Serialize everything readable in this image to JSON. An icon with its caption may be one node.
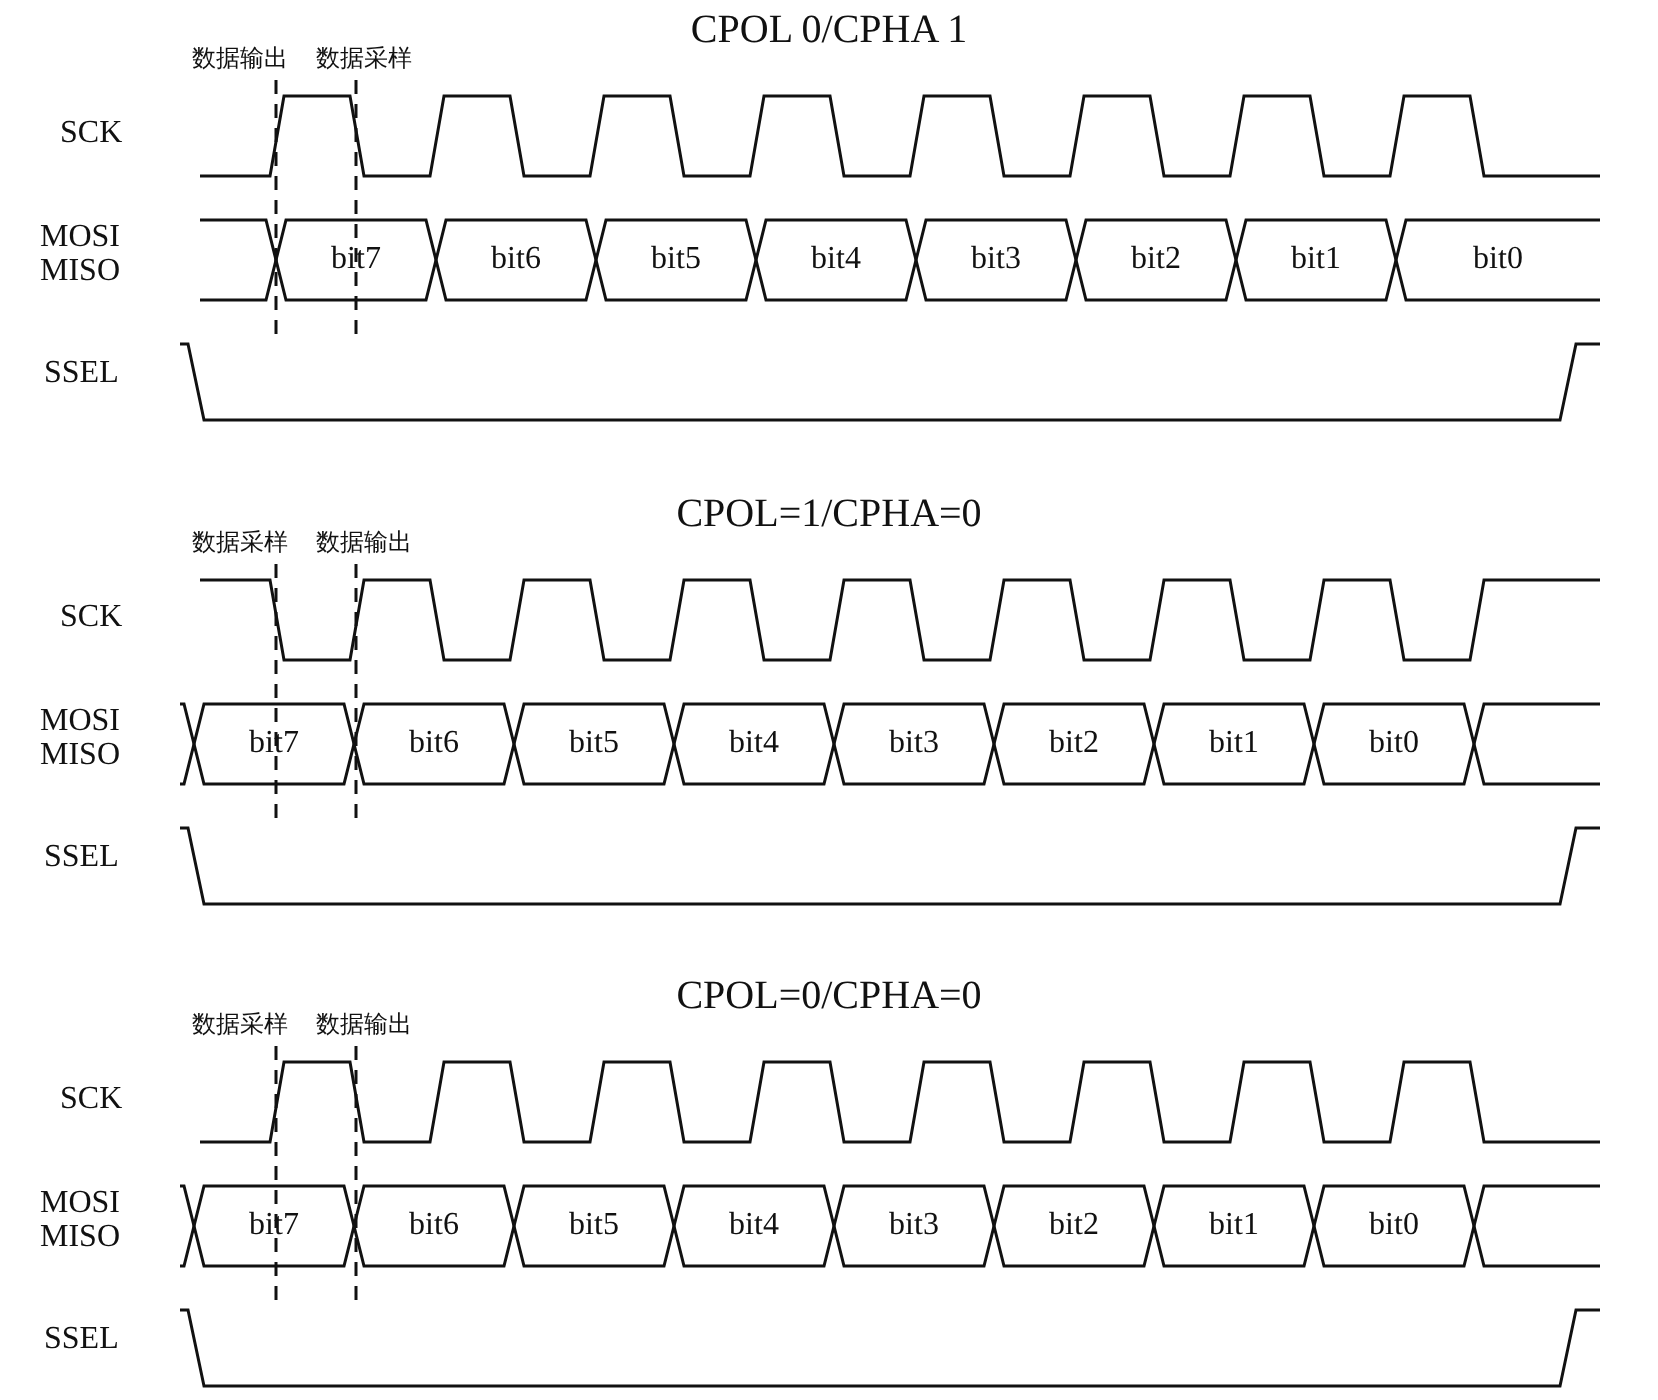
{
  "diagram": {
    "nodes": [
      {
        "text": [
          "bit7"
        ]
      },
      {
        "text": [
          "bit6"
        ]
      },
      {
        "text": [
          "bit5"
        ]
      },
      {
        "text": [
          "bit4"
        ]
      },
      {
        "text": [
          "bit3"
        ]
      },
      {
        "text": [
          "bit2"
        ]
      },
      {
        "text": [
          "bit1"
        ]
      },
      {
        "text": [
          "bit0"
        ]
      },
      {
        "text": [
          "bit7"
        ]
      },
      {
        "text": [
          "bit6"
        ]
      },
      {
        "text": [
          "bit5"
        ]
      },
      {
        "text": [
          "bit4"
        ]
      },
      {
        "text": [
          "bit3"
        ]
      },
      {
        "text": [
          "bit2"
        ]
      },
      {
        "text": [
          "bit1"
        ]
      },
      {
        "text": [
          "bit0"
        ]
      },
      {
        "text": [
          "bit7"
        ]
      },
      {
        "text": [
          "bit6"
        ]
      },
      {
        "text": [
          "bit5"
        ]
      },
      {
        "text": [
          "bit4"
        ]
      },
      {
        "text": [
          "bit3"
        ]
      },
      {
        "text": [
          "bit2"
        ]
      },
      {
        "text": [
          "bit1"
        ]
      },
      {
        "text": [
          "bit0"
        ]
      }
    ],
    "labels": [
      "CPOL 0/CPHA 1",
      "数据输出",
      "数据采样",
      "SCK",
      "MOSI MISO",
      "SSEL",
      "CPOL=1/CPHA=0",
      "数据采样",
      "数据输出",
      "SCK",
      "MOSI MISO",
      "SSEL",
      "CPOL=0/CPHA=0",
      "数据采样",
      "数据输出",
      "SCK",
      "MOSI MISO",
      "SSEL"
    ]
  }
}
